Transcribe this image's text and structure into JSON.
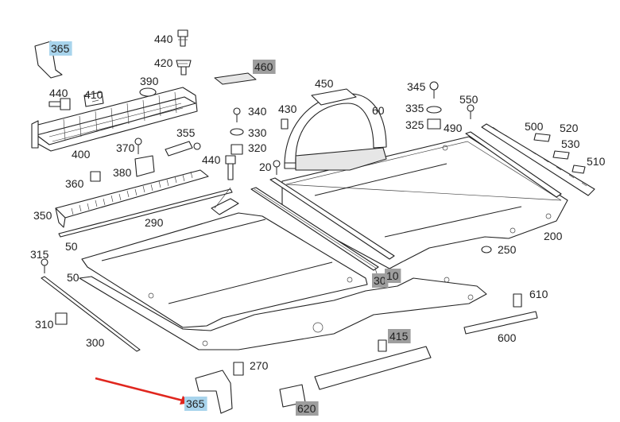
{
  "diagram": {
    "labels": [
      {
        "id": "l440a",
        "text": "440",
        "style": "plain"
      },
      {
        "id": "l420",
        "text": "420",
        "style": "plain"
      },
      {
        "id": "l365a",
        "text": "365",
        "style": "blue"
      },
      {
        "id": "l460",
        "text": "460",
        "style": "gray"
      },
      {
        "id": "l450",
        "text": "450",
        "style": "plain"
      },
      {
        "id": "l345",
        "text": "345",
        "style": "plain"
      },
      {
        "id": "l550",
        "text": "550",
        "style": "plain"
      },
      {
        "id": "l440b",
        "text": "440",
        "style": "plain"
      },
      {
        "id": "l410",
        "text": "410",
        "style": "plain"
      },
      {
        "id": "l390",
        "text": "390",
        "style": "plain"
      },
      {
        "id": "l340",
        "text": "340",
        "style": "plain"
      },
      {
        "id": "l430",
        "text": "430",
        "style": "plain"
      },
      {
        "id": "l60",
        "text": "60",
        "style": "plain"
      },
      {
        "id": "l335",
        "text": "335",
        "style": "plain"
      },
      {
        "id": "l325",
        "text": "325",
        "style": "plain"
      },
      {
        "id": "l490",
        "text": "490",
        "style": "plain"
      },
      {
        "id": "l500",
        "text": "500",
        "style": "plain"
      },
      {
        "id": "l520",
        "text": "520",
        "style": "plain"
      },
      {
        "id": "l355",
        "text": "355",
        "style": "plain"
      },
      {
        "id": "l330",
        "text": "330",
        "style": "plain"
      },
      {
        "id": "l320",
        "text": "320",
        "style": "plain"
      },
      {
        "id": "l530",
        "text": "530",
        "style": "plain"
      },
      {
        "id": "l400",
        "text": "400",
        "style": "plain"
      },
      {
        "id": "l370",
        "text": "370",
        "style": "plain"
      },
      {
        "id": "l440c",
        "text": "440",
        "style": "plain"
      },
      {
        "id": "l20",
        "text": "20",
        "style": "plain"
      },
      {
        "id": "l510",
        "text": "510",
        "style": "plain"
      },
      {
        "id": "l380",
        "text": "380",
        "style": "plain"
      },
      {
        "id": "l360",
        "text": "360",
        "style": "plain"
      },
      {
        "id": "l350",
        "text": "350",
        "style": "plain"
      },
      {
        "id": "l290",
        "text": "290",
        "style": "plain"
      },
      {
        "id": "l200",
        "text": "200",
        "style": "plain"
      },
      {
        "id": "l50a",
        "text": "50",
        "style": "plain"
      },
      {
        "id": "l315",
        "text": "315",
        "style": "plain"
      },
      {
        "id": "l250",
        "text": "250",
        "style": "plain"
      },
      {
        "id": "l50b",
        "text": "50",
        "style": "plain"
      },
      {
        "id": "l30",
        "text": "30",
        "style": "gray"
      },
      {
        "id": "l10",
        "text": "10",
        "style": "gray"
      },
      {
        "id": "l610",
        "text": "610",
        "style": "plain"
      },
      {
        "id": "l310",
        "text": "310",
        "style": "plain"
      },
      {
        "id": "l300",
        "text": "300",
        "style": "plain"
      },
      {
        "id": "l600",
        "text": "600",
        "style": "plain"
      },
      {
        "id": "l415",
        "text": "415",
        "style": "gray"
      },
      {
        "id": "l270",
        "text": "270",
        "style": "plain"
      },
      {
        "id": "l365b",
        "text": "365",
        "style": "blue"
      },
      {
        "id": "l620",
        "text": "620",
        "style": "gray"
      }
    ],
    "highlight_colors": {
      "blue": "#a8d4ec",
      "gray": "#9e9e9e"
    },
    "arrow_color": "#e0261e",
    "arrow_target": "365"
  }
}
